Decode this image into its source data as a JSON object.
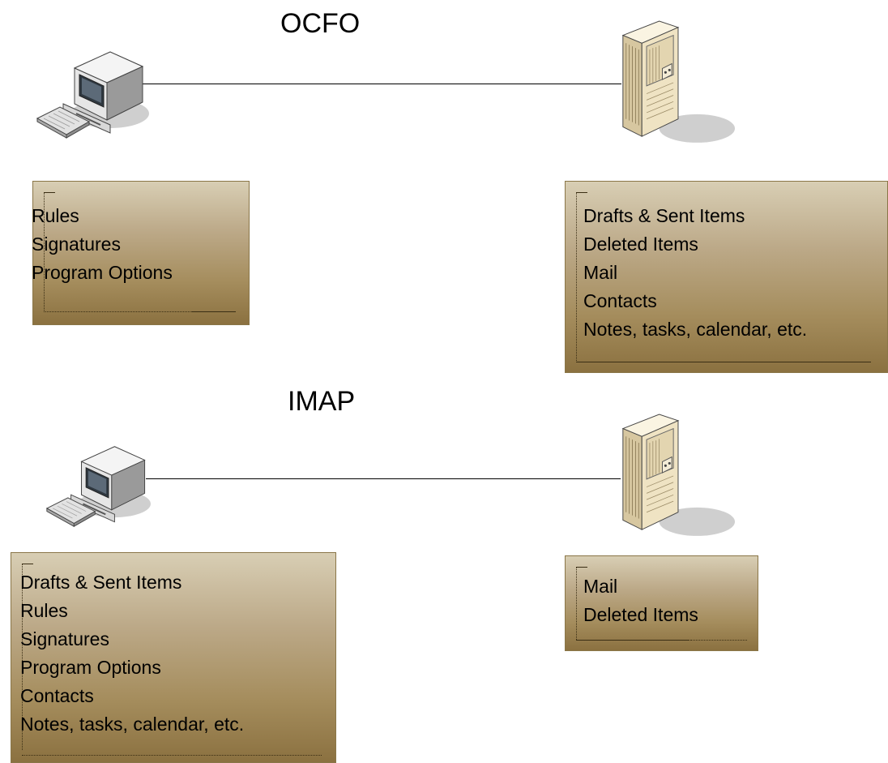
{
  "sections": {
    "ocfo": {
      "title": "OCFO",
      "client_items": [
        "Rules",
        "Signatures",
        "Program Options"
      ],
      "server_items": [
        "Drafts & Sent Items",
        "Deleted Items",
        "Mail",
        "Contacts",
        "Notes, tasks, calendar, etc."
      ]
    },
    "imap": {
      "title": "IMAP",
      "client_items": [
        "Drafts & Sent Items",
        "Rules",
        "Signatures",
        "Program Options",
        "Contacts",
        "Notes, tasks, calendar, etc."
      ],
      "server_items": [
        "Mail",
        "Deleted Items"
      ]
    }
  },
  "icons": {
    "client": "desktop-computer-icon",
    "server": "tower-server-icon"
  },
  "colors": {
    "box_top": "#d8ceb4",
    "box_bottom": "#8b7140",
    "server_case": "#eee2c2",
    "connector": "#000000"
  }
}
